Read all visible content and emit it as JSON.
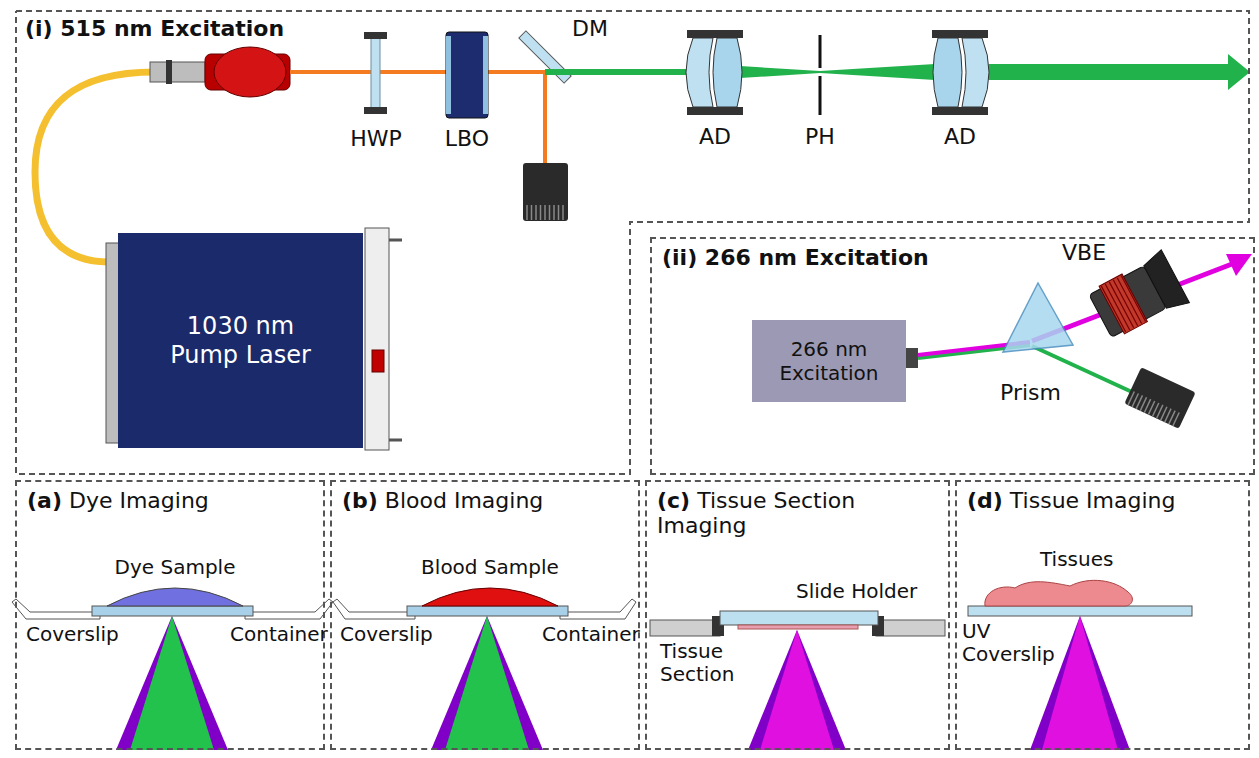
{
  "diagram": {
    "nodes": [
      {
        "text": [
          "(i) 515 nm Excitation"
        ]
      },
      {
        "text": [
          "1030 nm Pump Laser"
        ],
        "in": 0
      },
      {
        "text": [
          "(ii) 266 nm Excitation"
        ]
      },
      {
        "text": [
          "266 nm Excitation"
        ],
        "in": 2
      },
      {
        "text": [
          "(a) Dye Imaging"
        ]
      },
      {
        "text": [
          "(b) Blood Imaging"
        ]
      },
      {
        "text": [
          "(c) Tissue Section Imaging"
        ]
      },
      {
        "text": [
          "(d) Tissue Imaging"
        ]
      }
    ],
    "labels": [
      "HWP",
      "LBO",
      "DM",
      "AD",
      "PH",
      "AD",
      "VBE",
      "Prism",
      "Dye Sample",
      "Coverslip",
      "Container",
      "Blood Sample",
      "Coverslip",
      "Container",
      "Slide Holder",
      "Tissue Section",
      "Tissues",
      "UV Coverslip"
    ]
  }
}
